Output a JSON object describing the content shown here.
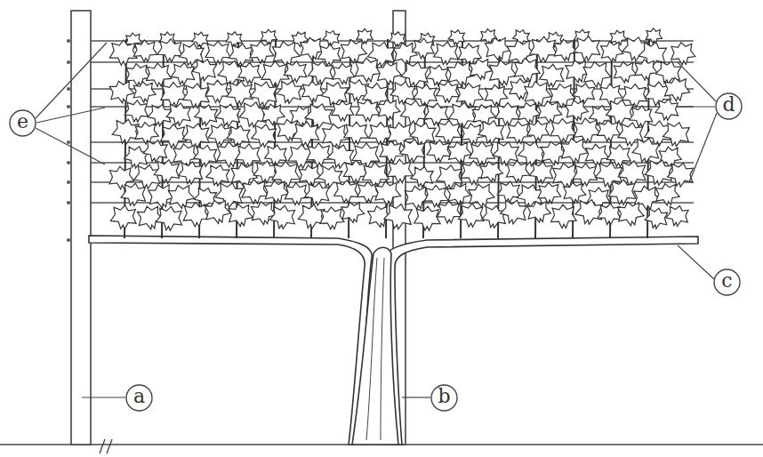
{
  "diagram": {
    "nodes": [
      {
        "text": [
          "e"
        ]
      },
      {
        "text": [
          "d"
        ]
      },
      {
        "text": [
          "c"
        ]
      },
      {
        "text": [
          "a"
        ]
      },
      {
        "text": [
          "b"
        ]
      }
    ]
  }
}
